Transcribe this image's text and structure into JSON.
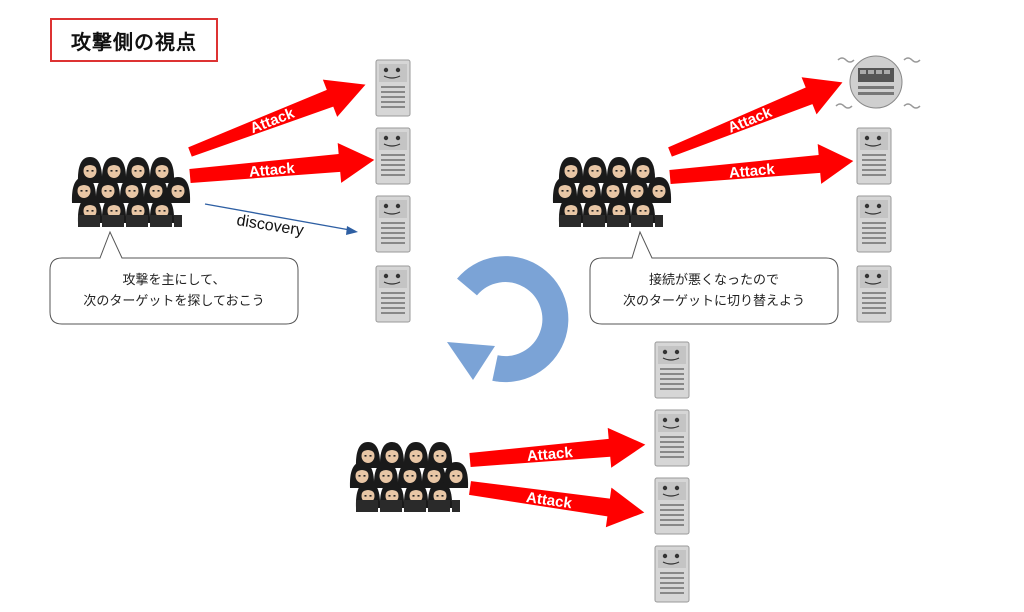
{
  "title": "攻撃側の視点",
  "labels": {
    "attack": "Attack",
    "discovery": "discovery"
  },
  "bubbles": {
    "left": {
      "line1": "攻撃を主にして、",
      "line2": "次のターゲットを探しておこう"
    },
    "right": {
      "line1": "接続が悪くなったので",
      "line2": "次のターゲットに切り替えよう"
    }
  },
  "colors": {
    "attack_arrow": "#ff0000",
    "discovery_arrow": "#2e5fa3",
    "cycle_arrow": "#7ba3d6",
    "title_border": "#dd3333",
    "server_body": "#d4d4d4",
    "hacker": "#1a1a1a"
  },
  "icons": {
    "hacker_group": "hacker-group-icon",
    "server": "server-icon",
    "broken_server": "overloaded-server-icon",
    "cycle": "cycle-arrow-icon"
  }
}
